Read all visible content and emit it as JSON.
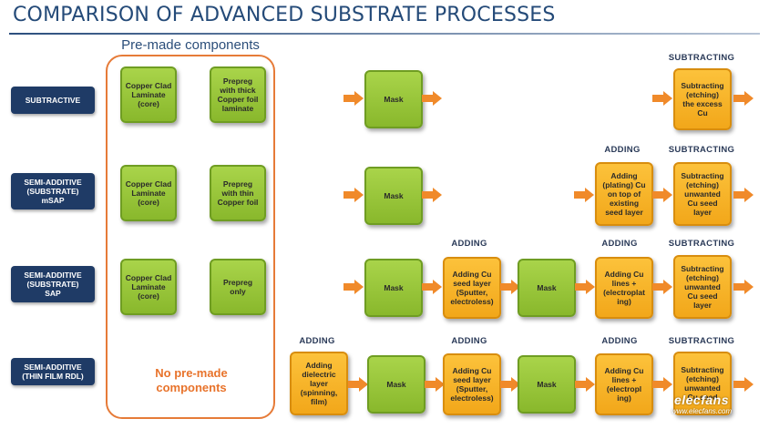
{
  "title": "COMPARISON OF ADVANCED SUBSTRATE PROCESSES",
  "premade_group": {
    "title": "Pre-made components",
    "no_components_text": "No pre-made\ncomponents"
  },
  "row_labels": [
    "SUBTRACTIVE",
    "SEMI-ADDITIVE\n(SUBSTRATE)\nmSAP",
    "SEMI-ADDITIVE\n(SUBSTRATE)\nSAP",
    "SEMI-ADDITIVE\n(THIN FILM RDL)"
  ],
  "stage_headers": {
    "adding": "ADDING",
    "subtracting": "SUBTRACTING"
  },
  "premade_components": {
    "copper_clad": "Copper Clad\nLaminate\n(core)",
    "prepreg_thick": "Prepreg\nwith thick\nCopper foil\nlaminate",
    "prepreg_thin": "Prepreg\nwith thin\nCopper foil",
    "prepreg_only": "Prepreg\nonly"
  },
  "steps": {
    "mask": "Mask",
    "subtract_excess": "Subtracting\n(etching)\nthe excess\nCu",
    "adding_plating": "Adding\n(plating) Cu\non top of\nexisting\nseed layer",
    "subtract_seed": "Subtracting\n(etching)\nunwanted\nCu seed\nlayer",
    "adding_seed": "Adding Cu\nseed layer\n(Sputter,\nelectroless)",
    "adding_lines": "Adding Cu\nlines +\n(electroplat\ning)",
    "adding_lines_r4": "Adding Cu\nlines +\n(electropl\ning)",
    "subtract_seed_r4": "Subtracting\n(etching)\nunwanted\nCu seed",
    "adding_dielectric": "Adding\ndielectric\nlayer\n(spinning,\nfilm)"
  },
  "watermark": {
    "name": "elecfans",
    "url": "www.elecfans.com"
  },
  "colors": {
    "title": "#244a78",
    "row_label_bg": "#1f3b66",
    "premade_box": "#9dcb3f",
    "process_box": "#f7b52a",
    "arrow": "#f08a2a",
    "outline": "#e67b38"
  }
}
